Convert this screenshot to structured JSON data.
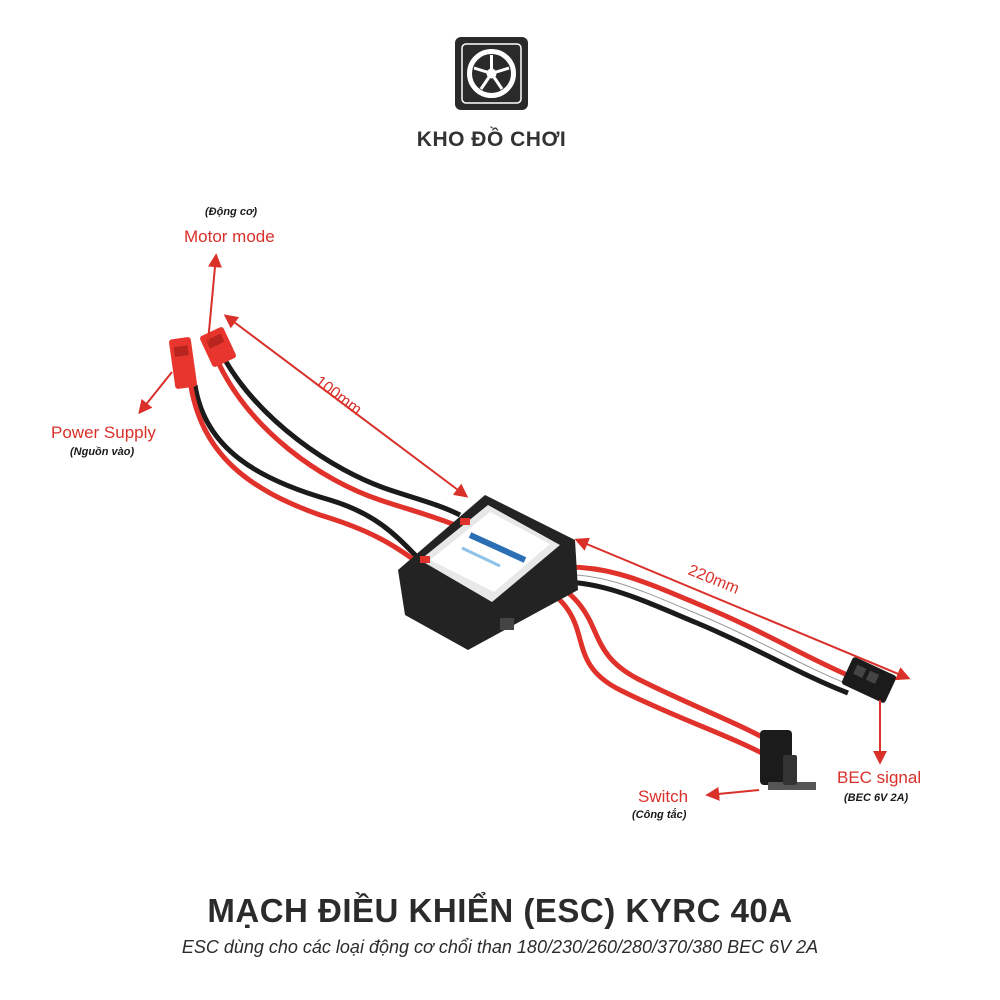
{
  "brand": {
    "name": "KHO ĐỒ CHƠI",
    "logo_icon": "wheel-icon"
  },
  "labels": {
    "motor": {
      "main": "Motor mode",
      "sub": "(Động cơ)"
    },
    "power": {
      "main": "Power Supply",
      "sub": "(Nguồn vào)"
    },
    "switch": {
      "main": "Switch",
      "sub": "(Công tắc)"
    },
    "bec": {
      "main": "BEC signal",
      "sub": "(BEC 6V 2A)"
    }
  },
  "dimensions": {
    "short_lead": "100mm",
    "long_lead": "220mm"
  },
  "product": {
    "title": "MẠCH ĐIỀU KHIỂN (ESC) KYRC 40A",
    "subtitle": "ESC dùng cho các loại động cơ chổi than 180/230/260/280/370/380 BEC 6V 2A"
  },
  "colors": {
    "accent": "#d9302a",
    "wire_red": "#e0322b",
    "wire_black": "#1b1b1b",
    "body": "#232323"
  }
}
